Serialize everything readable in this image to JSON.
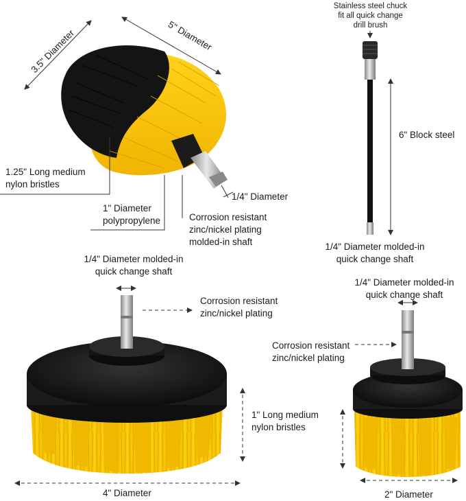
{
  "labels": {
    "dia_35": "3.5\" Diameter",
    "dia_5": "5\" Diameter",
    "bristles_125_line1": "1.25\" Long medium",
    "bristles_125_line2": "nylon bristles",
    "dia_1_line1": "1\" Diameter",
    "dia_1_line2": "polypropylene",
    "shaft_quarter": "1/4\" Diameter",
    "corrosion_top_line1": "Corrosion resistant",
    "corrosion_top_line2": "zinc/nickel plating",
    "corrosion_top_line3": "molded-in shaft",
    "chuck_line1": "Stainless steel chuck",
    "chuck_line2": "fit all quick change",
    "chuck_line3": "drill brush",
    "block_steel": "6\" Block steel",
    "ext_shaft_line1": "1/4\" Diameter molded-in",
    "ext_shaft_line2": "quick change shaft",
    "big_shaft_line1": "1/4\" Diameter molded-in",
    "big_shaft_line2": "quick change shaft",
    "big_corrosion_line1": "Corrosion resistant",
    "big_corrosion_line2": "zinc/nickel plating",
    "big_bristles_line1": "1\" Long medium",
    "big_bristles_line2": "nylon bristles",
    "big_dia": "4\" Diameter",
    "small_shaft_line1": "1/4\" Diameter molded-in",
    "small_shaft_line2": "quick change shaft",
    "small_corrosion_line1": "Corrosion resistant",
    "small_corrosion_line2": "zinc/nickel plating",
    "small_dia": "2\" Diameter"
  },
  "colors": {
    "bristle_yellow": "#f7c600",
    "bristle_yellow_dark": "#e0a800",
    "bristle_black": "#141414",
    "base_black": "#1b1b1b",
    "steel": "#b9b9b9",
    "line": "#333333"
  }
}
